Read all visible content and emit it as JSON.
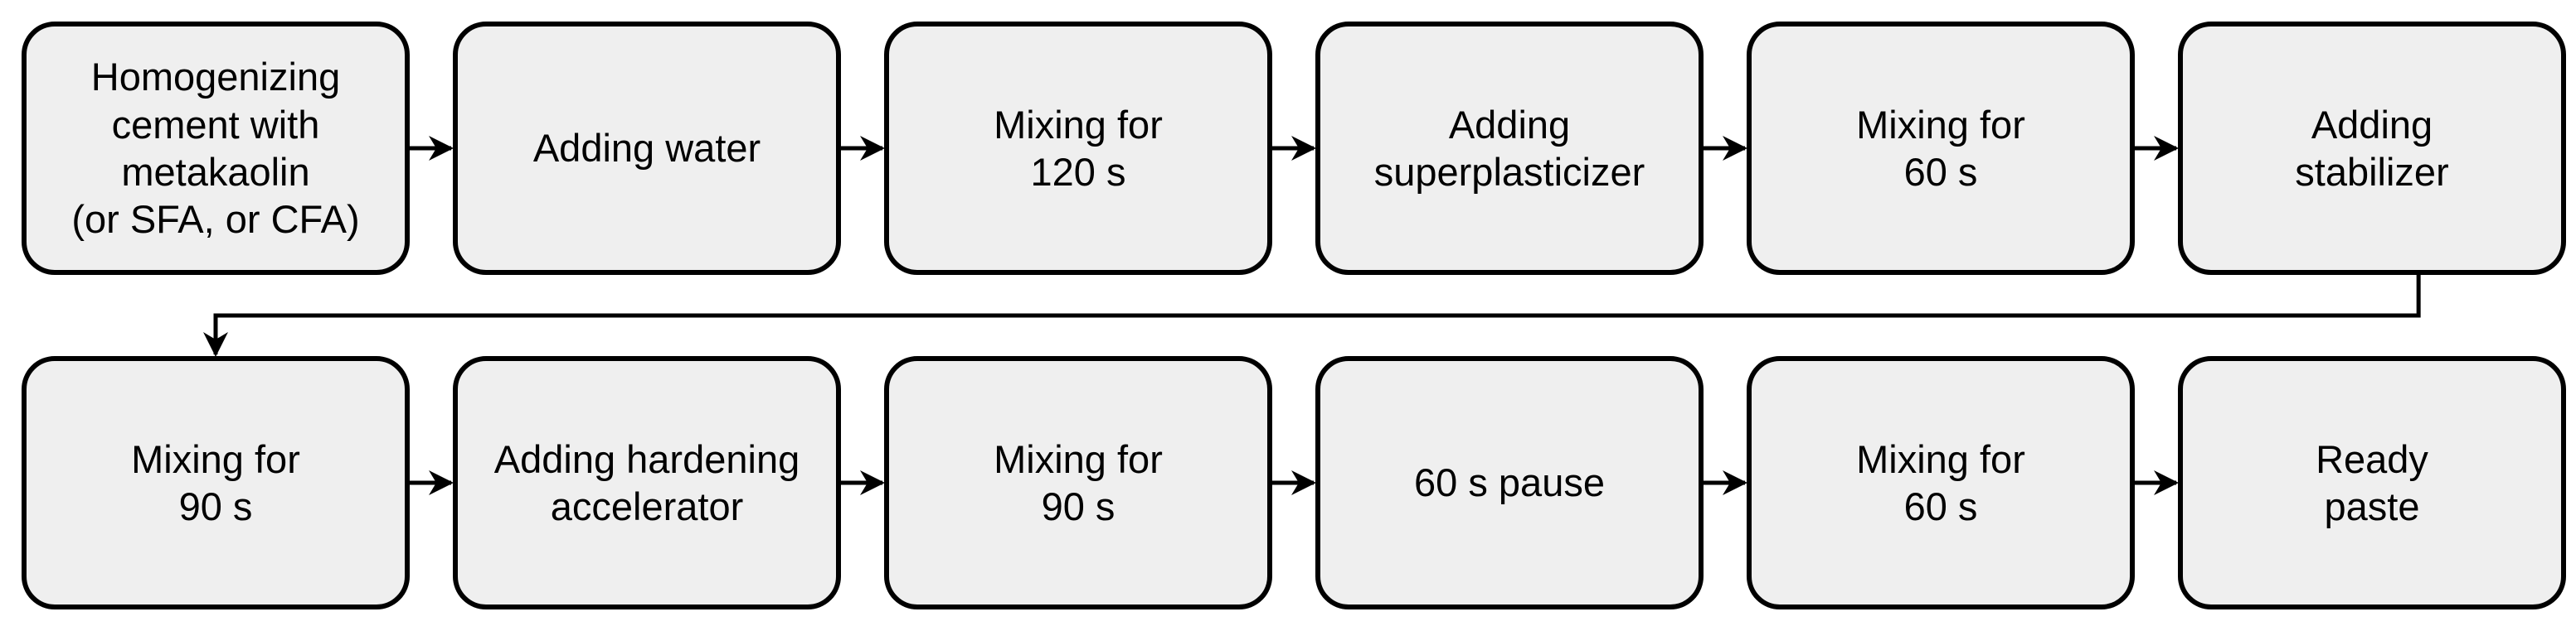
{
  "colors": {
    "box_fill": "#efefef",
    "box_stroke": "#000000",
    "arrow": "#000000",
    "background": "#ffffff"
  },
  "steps": [
    {
      "id": "homogenizing",
      "label": "Homogenizing\ncement with\nmetakaolin\n(or SFA, or CFA)"
    },
    {
      "id": "adding-water",
      "label": "Adding water"
    },
    {
      "id": "mixing-120",
      "label": "Mixing for\n120 s"
    },
    {
      "id": "adding-superplasticizer",
      "label": "Adding\nsuperplasticizer"
    },
    {
      "id": "mixing-60-a",
      "label": "Mixing for\n60 s"
    },
    {
      "id": "adding-stabilizer",
      "label": "Adding\nstabilizer"
    },
    {
      "id": "mixing-90-a",
      "label": "Mixing for\n90 s"
    },
    {
      "id": "adding-hardening-accelerator",
      "label": "Adding hardening\naccelerator"
    },
    {
      "id": "mixing-90-b",
      "label": "Mixing for\n90 s"
    },
    {
      "id": "pause-60",
      "label": "60 s pause"
    },
    {
      "id": "mixing-60-b",
      "label": "Mixing for\n60 s"
    },
    {
      "id": "ready-paste",
      "label": "Ready\npaste"
    }
  ]
}
